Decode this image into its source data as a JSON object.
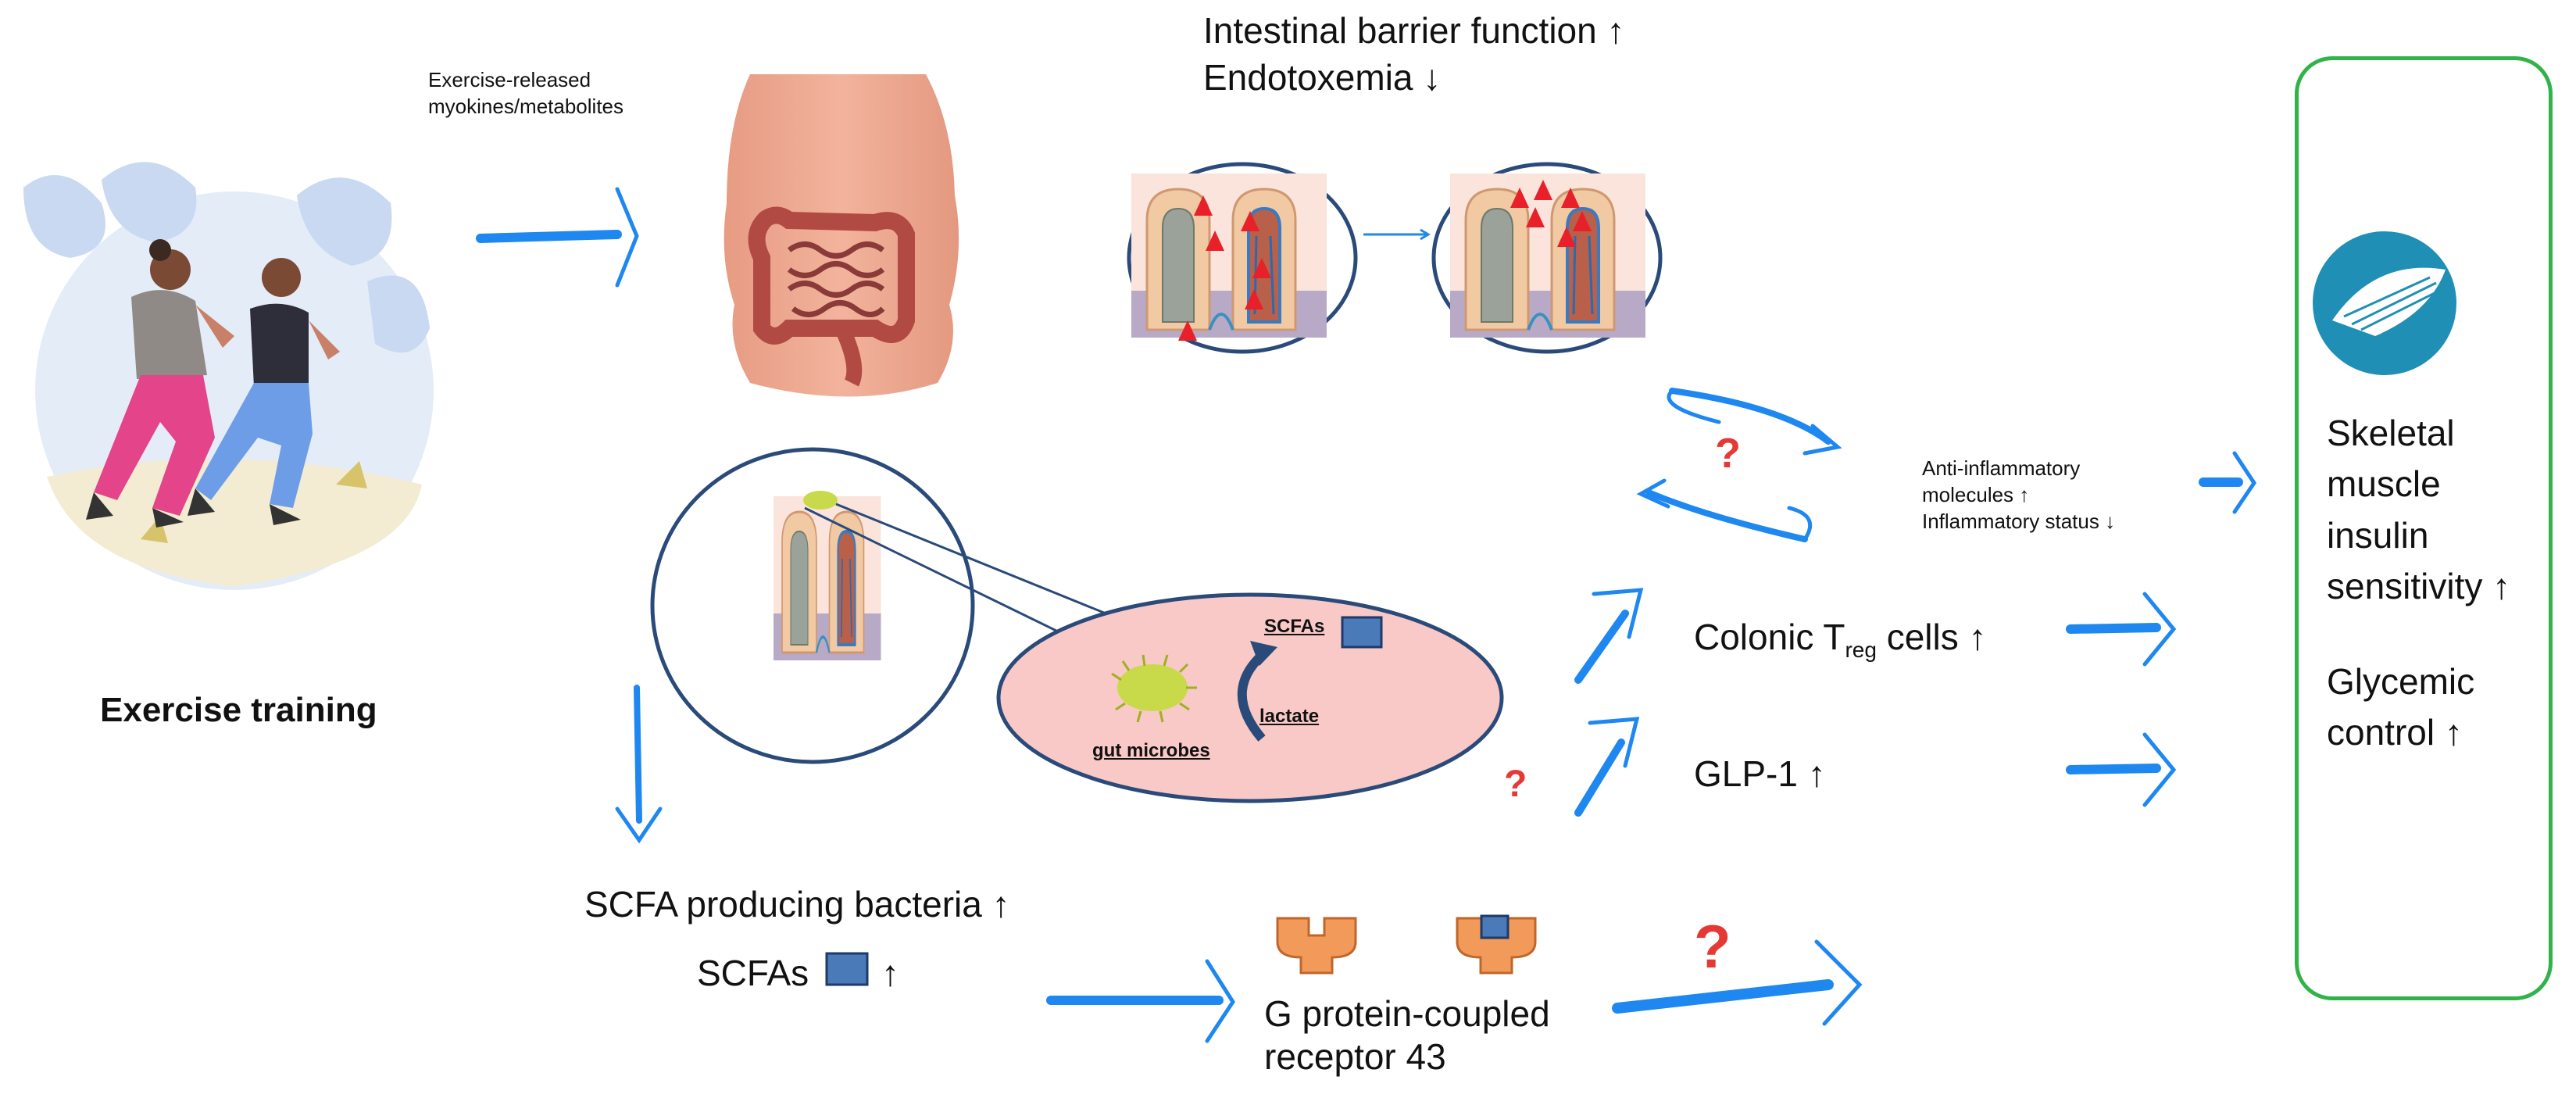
{
  "labels": {
    "exercise_released": "Exercise-released\nmyokines/metabolites",
    "exercise_training": "Exercise training",
    "barrier_function": "Intestinal barrier function ↑",
    "endotoxemia": "Endotoxemia ↓",
    "anti_inflammatory": "Anti-inflammatory\nmolecules ↑\nInflammatory status ↓",
    "colonic_treg_prefix": "Colonic T",
    "colonic_treg_sub": "reg",
    "colonic_treg_suffix": " cells ↑",
    "glp1": "GLP-1 ↑",
    "scfa_bacteria": "SCFA producing bacteria ↑",
    "scfas_label": "SCFAs",
    "scfas_arrow": "↑",
    "gpcr": "G protein-coupled\nreceptor 43",
    "inset_scfas": "SCFAs",
    "inset_lactate": "lactate",
    "inset_gut_microbes": "gut microbes",
    "outcome_insulin": "Skeletal\nmuscle\ninsulin\nsensitivity ↑",
    "outcome_glycemic": "Glycemic\ncontrol ↑",
    "question_mark": "?"
  },
  "colors": {
    "arrow_blue": "#1e88f0",
    "ellipse_stroke": "#2a4a7a",
    "question_red": "#e53935",
    "outcome_border": "#32b34a",
    "scfa_square": "#4a7ab8",
    "inset_fill": "#f8c9c7"
  },
  "icons": [
    "runners-illustration",
    "torso-intestine-icon",
    "villi-icon",
    "bacteria-icon",
    "receptor-icon",
    "muscle-icon"
  ]
}
